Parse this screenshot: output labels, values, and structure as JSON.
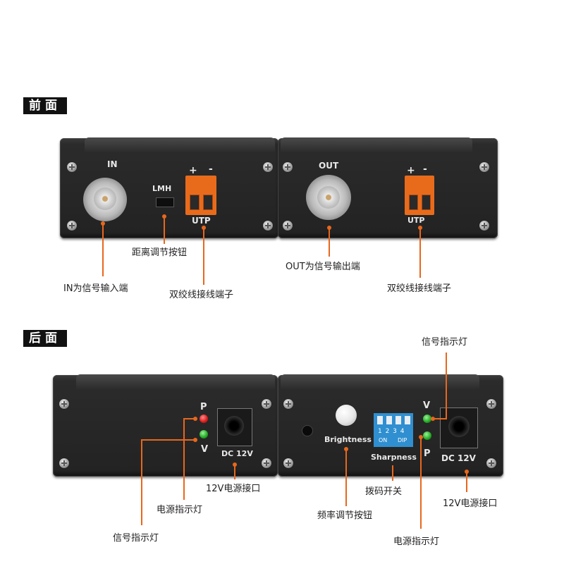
{
  "front_section": {
    "title": "前面"
  },
  "back_section": {
    "title": "后面"
  },
  "front_panel": {
    "in_label": "IN",
    "lmh_label": "LMH",
    "plus_label": "+",
    "minus_label": "-",
    "utp_label": "UTP",
    "out_label": "OUT",
    "utp2_label": "UTP"
  },
  "front_annotations": {
    "in_port": "IN为信号输入端",
    "distance_switch": "距离调节按钮",
    "utp_terminal_left": "双绞线接线端子",
    "out_port": "OUT为信号输出端",
    "utp_terminal_right": "双绞线接线端子"
  },
  "back_panel": {
    "p_label": "P",
    "v_label": "V",
    "dc_label": "DC 12V",
    "brightness_label": "Brightness",
    "dip_numbers": "1 2 3 4",
    "dip_on": "ON",
    "dip_dip": "DIP",
    "sharpness_label": "Sharpness",
    "v2_label": "V",
    "p2_label": "P",
    "dc2_label": "DC 12V"
  },
  "back_annotations": {
    "power_port_left": "12V电源接口",
    "power_led_left": "电源指示灯",
    "signal_led_left": "信号指示灯",
    "frequency_knob": "频率调节按钮",
    "dip_switch": "拨码开关",
    "power_port_right": "12V电源接口",
    "signal_led_right": "信号指示灯",
    "power_led_right": "电源指示灯"
  },
  "colors": {
    "accent": "#e8671c",
    "terminal": "#e86b1c",
    "led_red": "#e02020",
    "led_green": "#28b028",
    "dip_blue": "#2f8fd0"
  }
}
